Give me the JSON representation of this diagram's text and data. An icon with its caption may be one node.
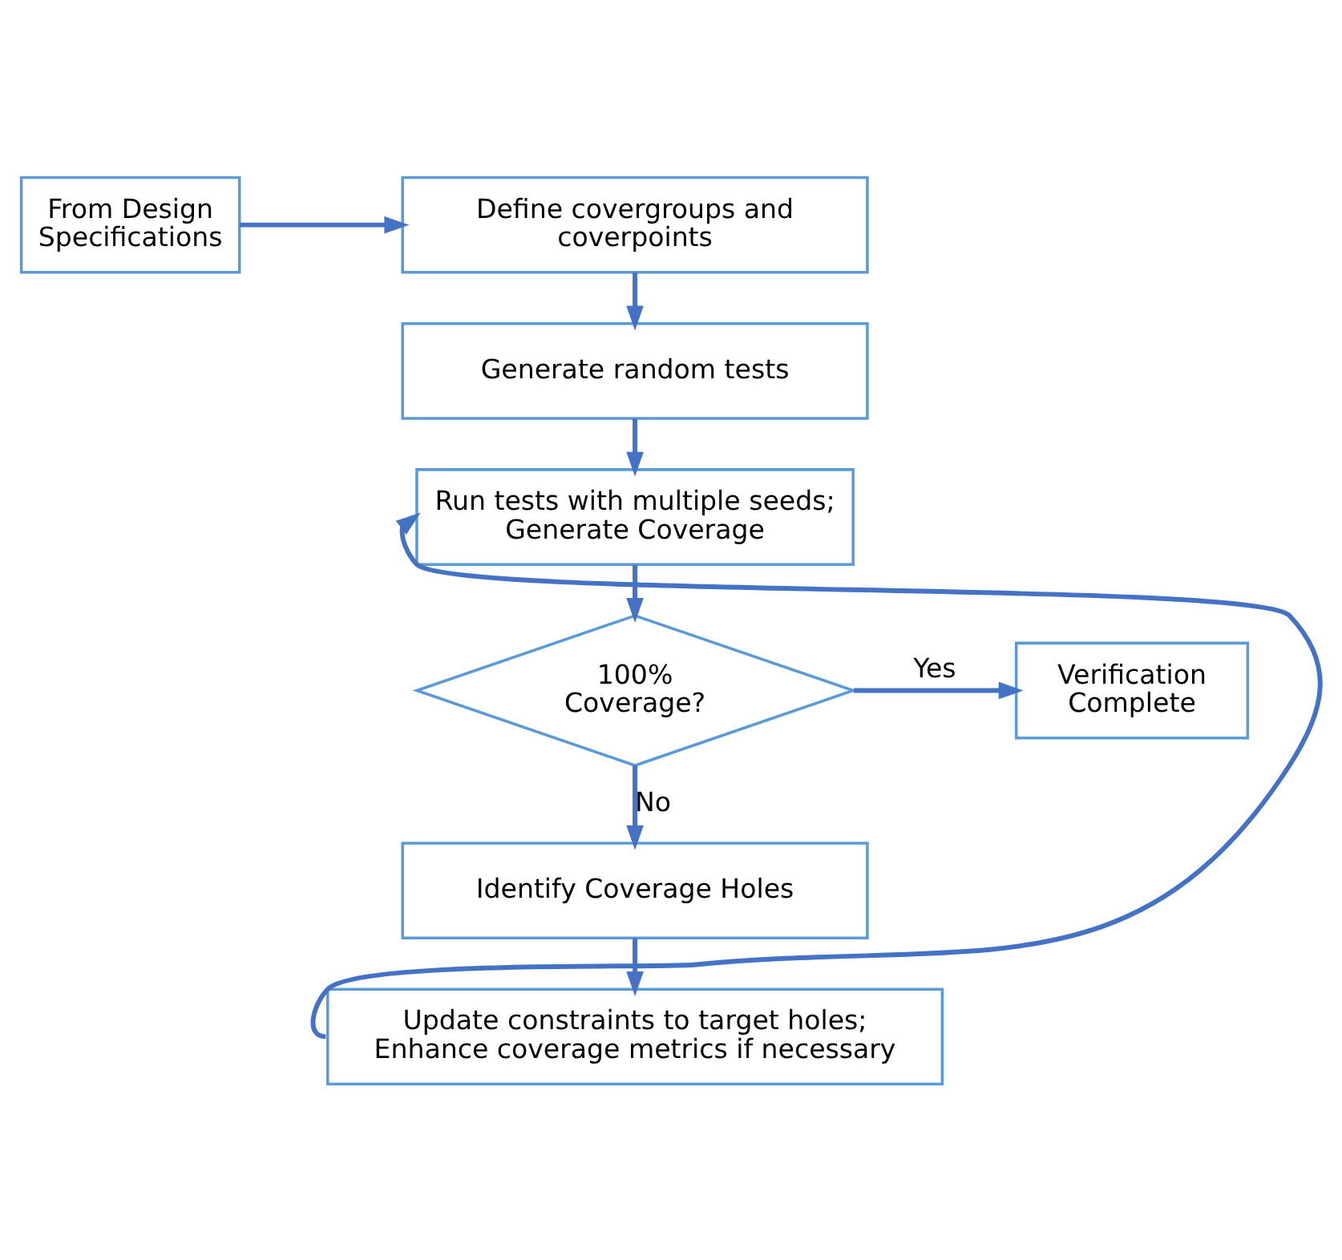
{
  "diagram": {
    "nodes": [
      {
        "text": [
          "From Design Specifications"
        ]
      },
      {
        "text": [
          "Define covergroups and coverpoints"
        ]
      },
      {
        "text": [
          "Generate random tests"
        ]
      },
      {
        "text": [
          "Run tests with multiple seeds; Generate Coverage"
        ]
      },
      {
        "text": [
          "100% Coverage?"
        ]
      },
      {
        "text": [
          "Verification Complete"
        ]
      },
      {
        "text": [
          "Identify Coverage Holes"
        ]
      },
      {
        "text": [
          "Update constraints to target holes; Enhance coverage metrics if necessary"
        ]
      }
    ],
    "edges": [
      {
        "from": 0,
        "to": 1,
        "arrow": "to"
      },
      {
        "from": 1,
        "to": 2,
        "arrow": "to"
      },
      {
        "from": 2,
        "to": 3,
        "arrow": "to"
      },
      {
        "from": 3,
        "to": 4,
        "arrow": "to"
      },
      {
        "from": 4,
        "to": 5,
        "arrow": "to",
        "label": "Yes"
      },
      {
        "from": 4,
        "to": 6,
        "arrow": "to",
        "label": "No"
      },
      {
        "from": 6,
        "to": 7,
        "arrow": "to"
      },
      {
        "from": 7,
        "to": 3,
        "arrow": "to"
      }
    ]
  }
}
